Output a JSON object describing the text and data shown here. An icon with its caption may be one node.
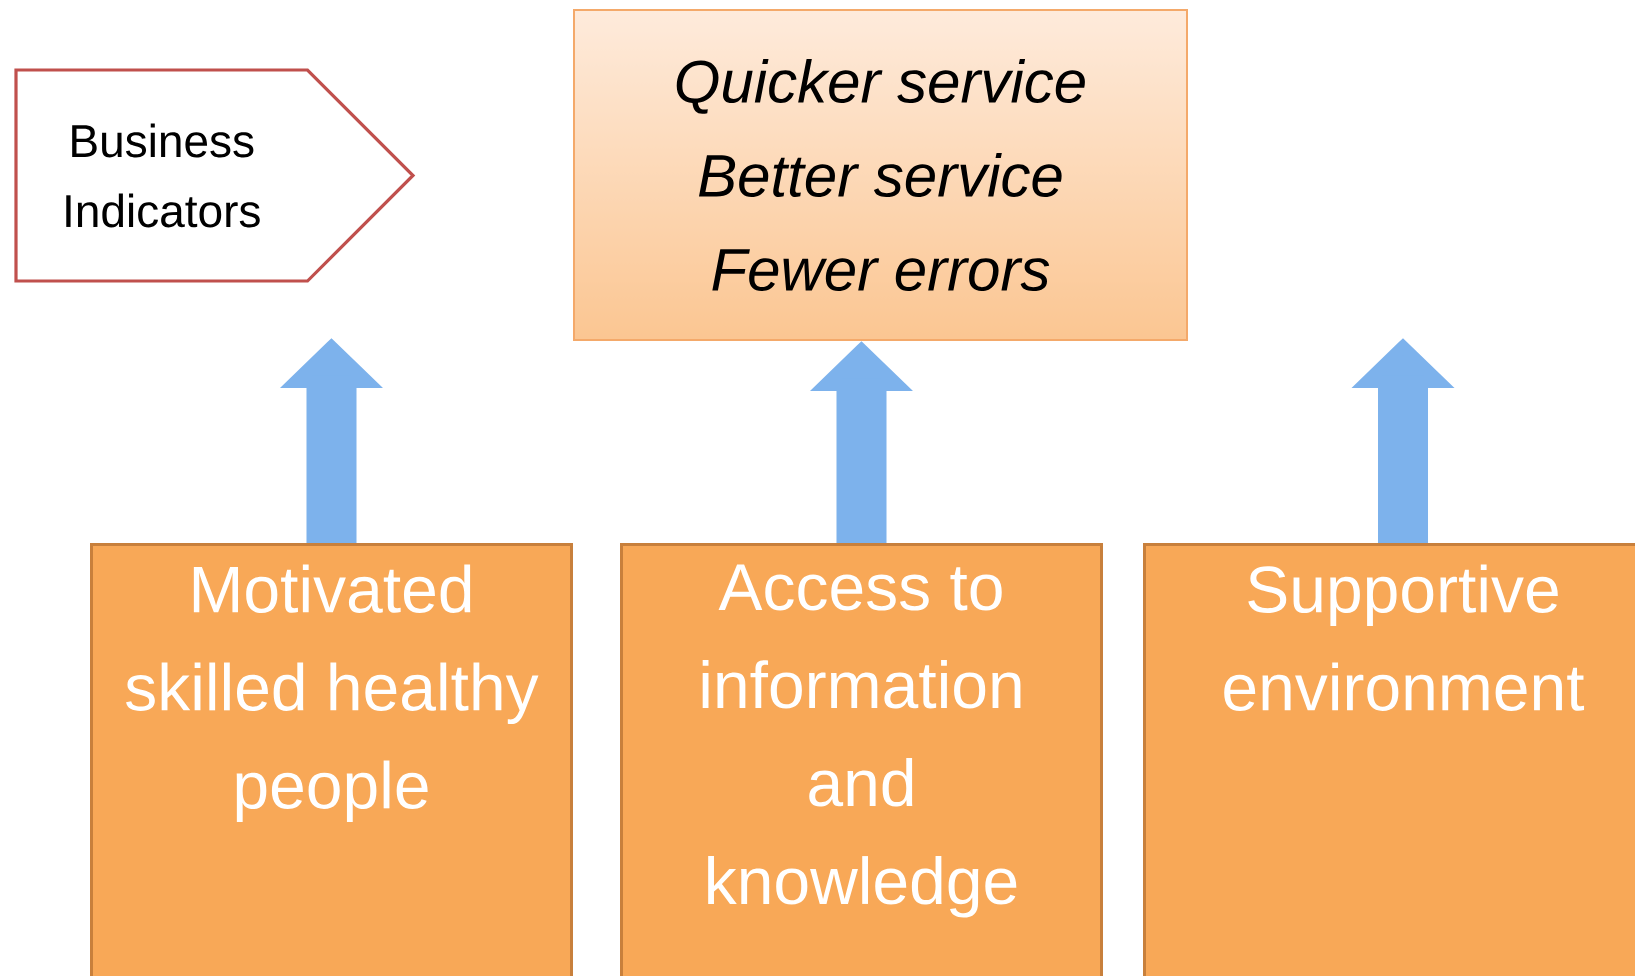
{
  "diagram": {
    "nodes": [
      {
        "text": [
          "Business Indicators"
        ]
      },
      {
        "text": [
          "Quicker service",
          "Better service",
          "Fewer errors"
        ]
      },
      {
        "text": [
          "Motivated skilled healthy people"
        ]
      },
      {
        "text": [
          "Access to information and knowledge"
        ]
      },
      {
        "text": [
          "Supportive environment"
        ]
      }
    ],
    "edges": [
      {
        "from": 2,
        "to": null,
        "arrow": "to"
      },
      {
        "from": 3,
        "to": 1,
        "arrow": "to"
      },
      {
        "from": 4,
        "to": null,
        "arrow": "to"
      }
    ]
  }
}
